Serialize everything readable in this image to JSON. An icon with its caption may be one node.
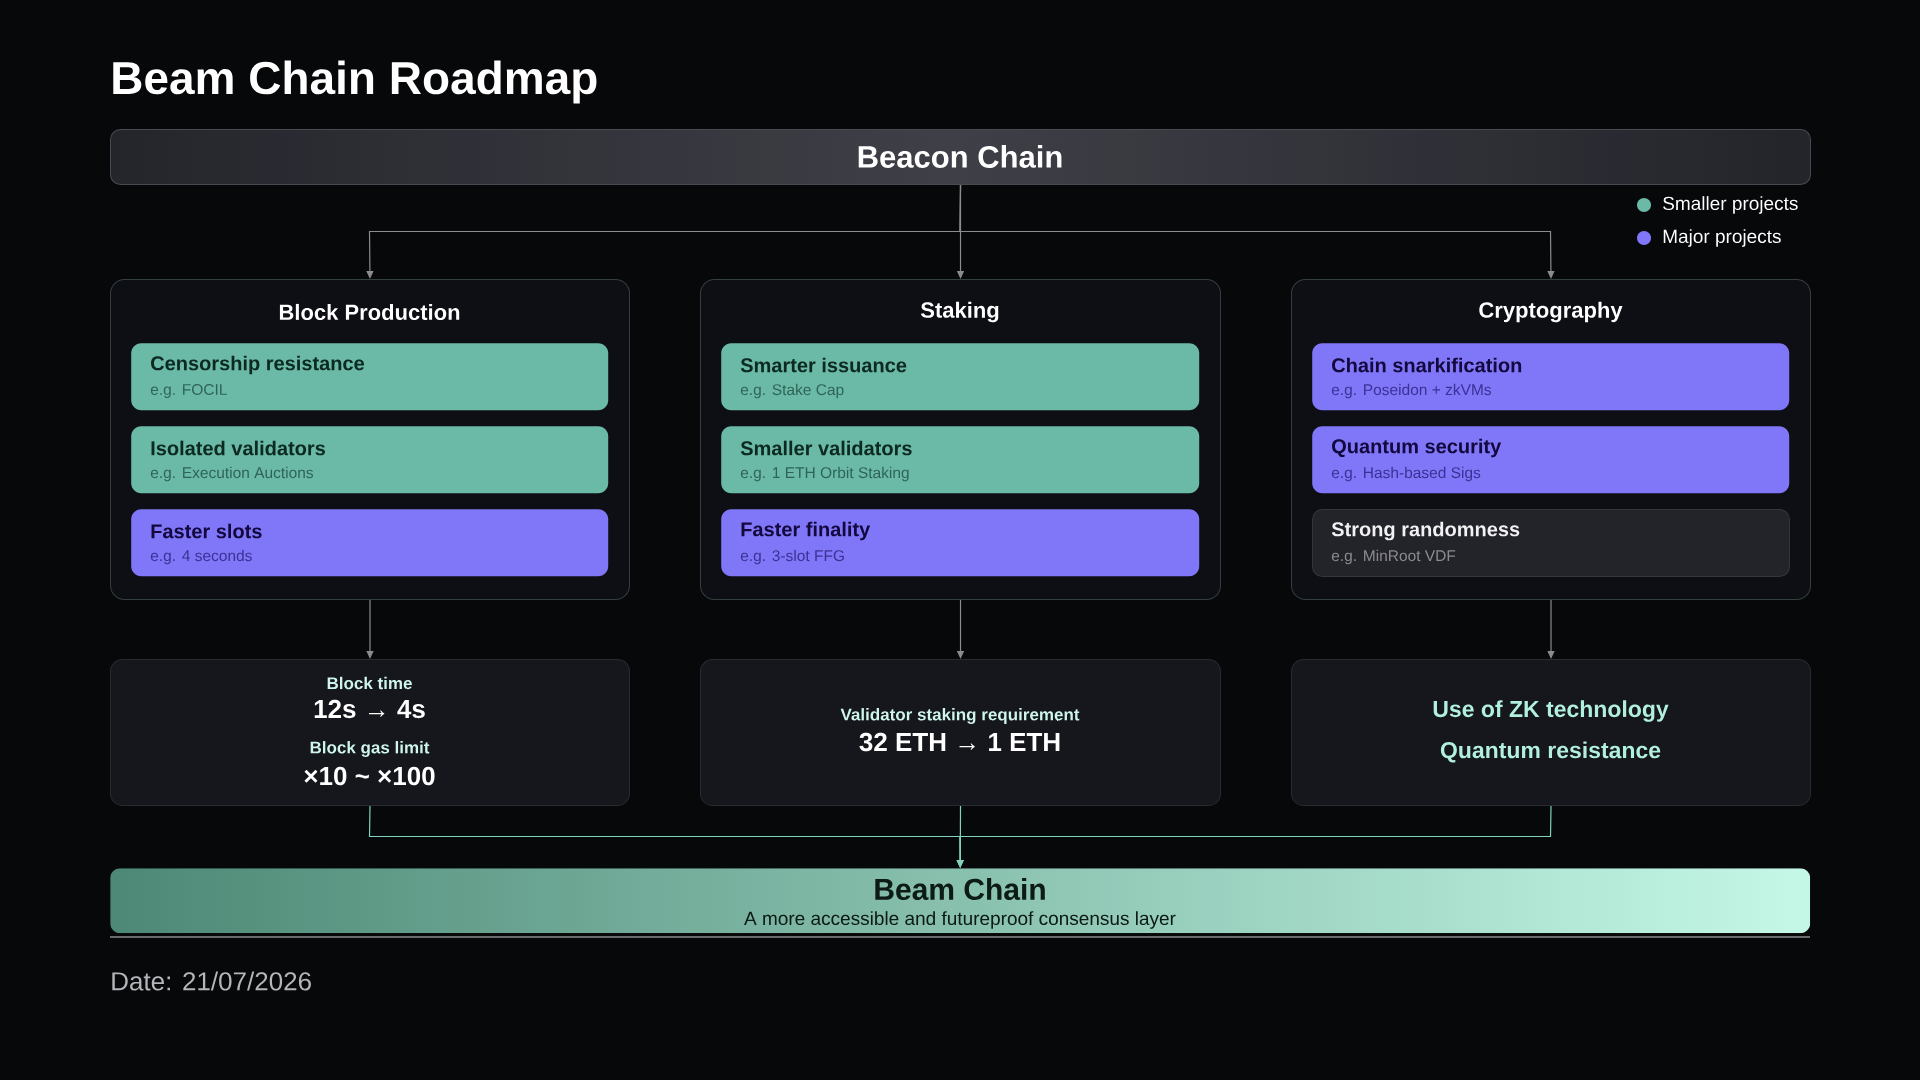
{
  "diagram": {
    "title": "Beam Chain Roadmap",
    "nodes": [
      {
        "text": [
          "Beacon Chain"
        ]
      },
      {
        "text": [
          "Block Production"
        ]
      },
      {
        "text": [
          "Censorship resistance",
          "e.g. FOCIL"
        ],
        "in": 1
      },
      {
        "text": [
          "Isolated validators",
          "e.g. Execution Auctions"
        ],
        "in": 1
      },
      {
        "text": [
          "Faster slots",
          "e.g. 4 seconds"
        ],
        "in": 1
      },
      {
        "text": [
          "Staking"
        ]
      },
      {
        "text": [
          "Smarter issuance",
          "e.g. Stake Cap"
        ],
        "in": 5
      },
      {
        "text": [
          "Smaller validators",
          "e.g. 1 ETH Orbit Staking"
        ],
        "in": 5
      },
      {
        "text": [
          "Faster finality",
          "e.g. 3-slot FFG"
        ],
        "in": 5
      },
      {
        "text": [
          "Cryptography"
        ]
      },
      {
        "text": [
          "Chain snarkification",
          "e.g. Poseidon + zkVMs"
        ],
        "in": 9
      },
      {
        "text": [
          "Quantum security",
          "e.g. Hash-based Sigs"
        ],
        "in": 9
      },
      {
        "text": [
          "Strong randomness",
          "e.g. MinRoot VDF"
        ],
        "in": 9
      },
      {
        "text": [
          "Block time",
          "12s → 4s",
          "Block gas limit",
          "×10 ~ ×100"
        ]
      },
      {
        "text": [
          "Validator staking requirement",
          "32 ETH → 1 ETH"
        ]
      },
      {
        "text": [
          "Use of ZK technology",
          "Quantum resistance"
        ]
      },
      {
        "text": [
          "Beam Chain",
          "A more accessible and futureproof consensus layer"
        ]
      }
    ],
    "edges": [
      {
        "from": 0,
        "to": 1,
        "arrow": "to"
      },
      {
        "from": 0,
        "to": 5,
        "arrow": "to"
      },
      {
        "from": 0,
        "to": 9,
        "arrow": "to"
      },
      {
        "from": 1,
        "to": 13,
        "arrow": "to"
      },
      {
        "from": 5,
        "to": 14,
        "arrow": "to"
      },
      {
        "from": 9,
        "to": 15,
        "arrow": "to"
      },
      {
        "from": 13,
        "to": 16,
        "arrow": "to",
        "color": "#7fd3bf"
      },
      {
        "from": 14,
        "to": 16,
        "arrow": "to",
        "color": "#7fd3bf"
      },
      {
        "from": 15,
        "to": 16,
        "arrow": "to",
        "color": "#7fd3bf"
      }
    ],
    "labels": [
      "Date: 21/07/2026"
    ],
    "legend": [
      {
        "text": "Smaller projects",
        "color": "#6bbaa7"
      },
      {
        "text": "Major projects",
        "color": "#8077f8"
      }
    ]
  }
}
